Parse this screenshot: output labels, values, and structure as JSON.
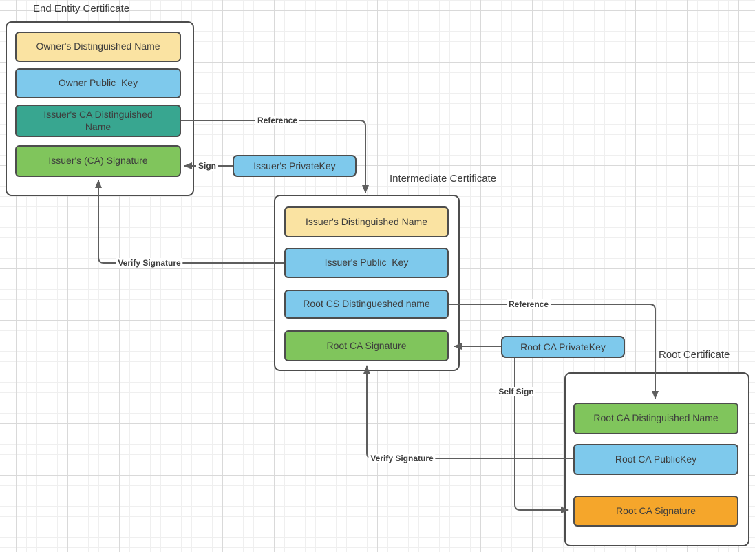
{
  "diagram": {
    "titles": {
      "end_entity": "End Entity Certificate",
      "intermediate": "Intermediate Certificate",
      "root": "Root Certificate"
    },
    "end_entity_fields": {
      "owner_dn": "Owner's Distinguished Name",
      "owner_public_key": "Owner Public  Key",
      "issuer_ca_dn": "Issuer's CA Distinguished\nName",
      "issuer_ca_signature": "Issuer's (CA) Signature"
    },
    "intermediate_fields": {
      "issuer_dn": "Issuer's Distinguished Name",
      "issuer_public_key": "Issuer's Public  Key",
      "root_cs_dn": "Root CS Distingueshed name",
      "root_ca_signature": "Root CA Signature"
    },
    "root_fields": {
      "root_ca_dn": "Root CA Distinguished Name",
      "root_ca_public_key": "Root CA PublicKey",
      "root_ca_signature": "Root CA Signature"
    },
    "keys": {
      "issuer_private_key": "Issuer's PrivateKey",
      "root_ca_private_key": "Root CA PrivateKey"
    },
    "connectors": {
      "reference_end_to_intermediate": "Reference",
      "sign": "Sign",
      "verify_signature_intermediate_to_end": "Verify Signature",
      "reference_intermediate_to_root": "Reference",
      "self_sign": "Self Sign",
      "verify_signature_root_to_intermediate": "Verify Signature"
    }
  },
  "colors": {
    "yellow": "#fae3a2",
    "blue": "#7ec9ec",
    "teal": "#38a690",
    "green": "#80c55c",
    "orange": "#f5a62b",
    "box_border": "#4d4d4d",
    "line": "#5e5e5e",
    "text": "#3d3d3d"
  }
}
